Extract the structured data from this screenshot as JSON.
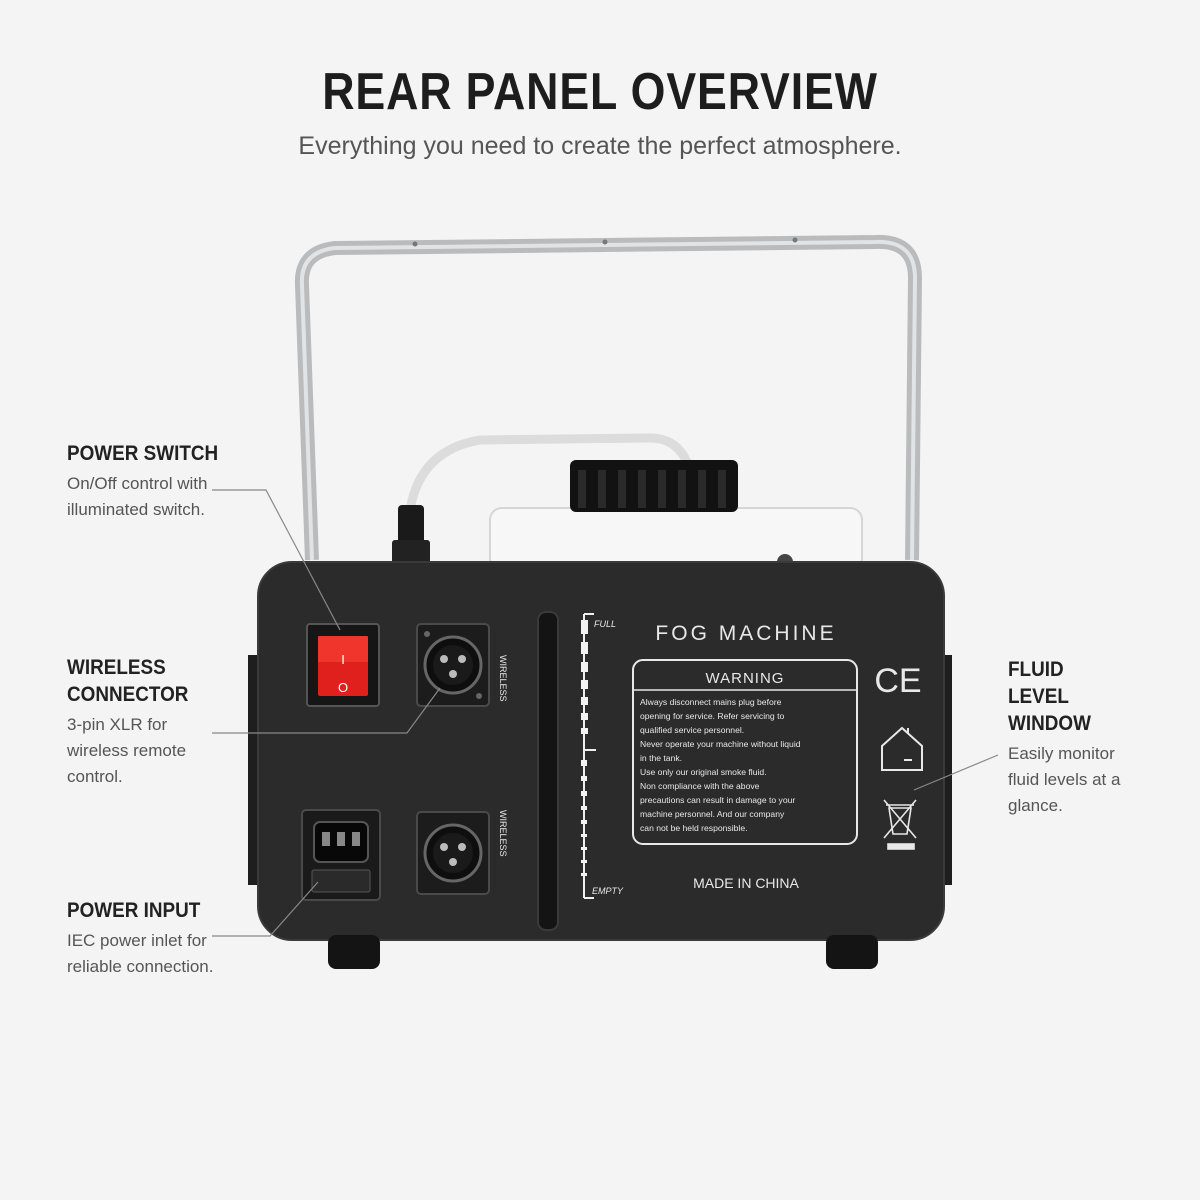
{
  "header": {
    "title": "REAR PANEL OVERVIEW",
    "subtitle": "Everything you need to create the perfect atmosphere."
  },
  "callouts": {
    "power_switch": {
      "heading": "POWER SWITCH",
      "description": "On/Off control with illuminated switch."
    },
    "wireless_connector": {
      "heading": "WIRELESS CONNECTOR",
      "description": "3-pin XLR for wireless remote control."
    },
    "power_input": {
      "heading": "POWER INPUT",
      "description": "IEC power inlet for reliable connection."
    },
    "fluid_level": {
      "heading": "FLUID LEVEL WINDOW",
      "description": "Easily monitor fluid levels at a glance."
    }
  },
  "panel": {
    "brand_label": "FOG MACHINE",
    "switch_symbols": {
      "on": "I",
      "off": "O"
    },
    "xlr_label": "WIRELESS",
    "gauge": {
      "full": "FULL",
      "empty": "EMPTY"
    },
    "warning": {
      "title": "WARNING",
      "lines": [
        "Always disconnect mains plug before",
        "opening for service. Refer servicing to",
        "qualified service personnel.",
        "Never operate your machine without liquid",
        "in the tank.",
        "Use only our original smoke fluid.",
        "Non compliance with the above",
        "precautions can result in damage to your",
        "machine personnel. And our company",
        "can not be held responsible."
      ]
    },
    "ce_mark": "CE",
    "origin": "MADE IN CHINA",
    "icons": [
      "indoor-use-icon",
      "weee-bin-icon"
    ]
  },
  "colors": {
    "panel": "#2b2b2b",
    "switch_red": "#e0201c",
    "tank": "#f7f7f7",
    "handle": "#b9bbbd"
  }
}
